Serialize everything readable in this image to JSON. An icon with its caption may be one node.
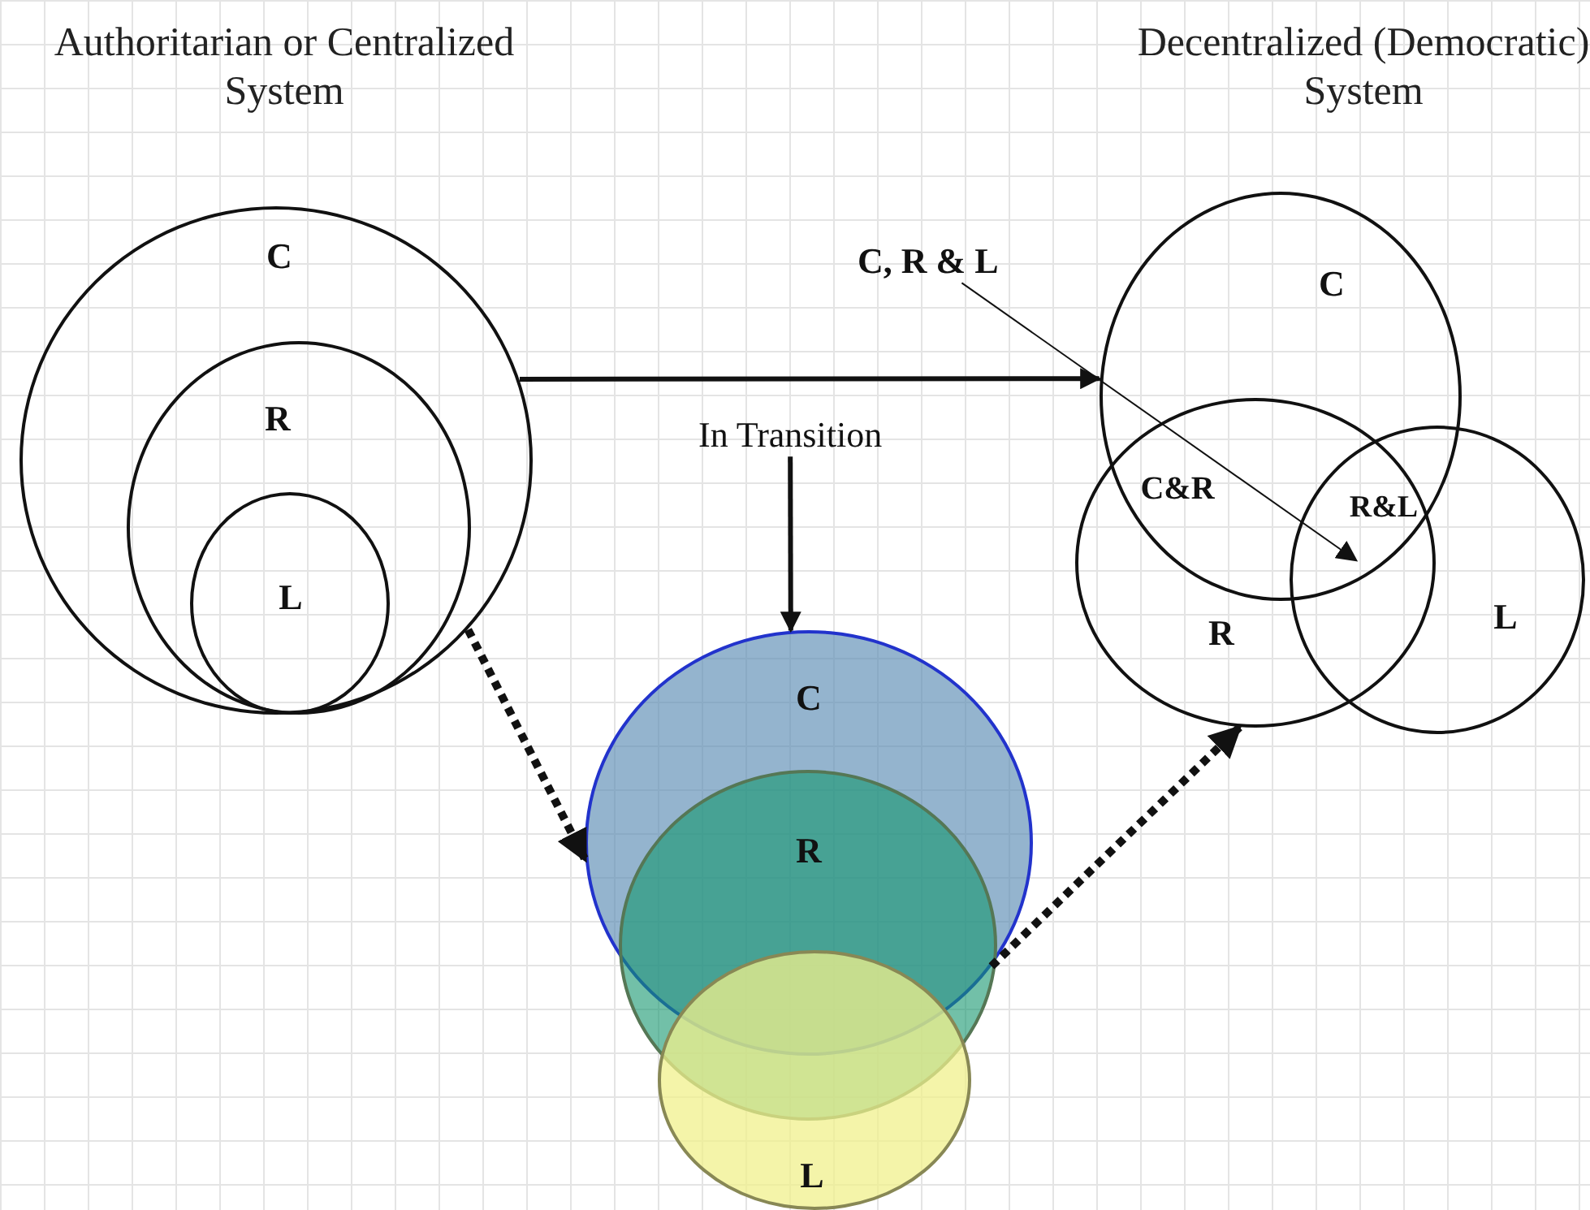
{
  "diagram": {
    "nodes": [
      {
        "text": [
          "C"
        ]
      },
      {
        "text": [
          "R"
        ],
        "in": 0
      },
      {
        "text": [
          "L"
        ],
        "in": 1
      },
      {
        "text": [
          "In Transition"
        ]
      },
      {
        "text": [
          "C"
        ]
      },
      {
        "text": [
          "R"
        ]
      },
      {
        "text": [
          "L"
        ]
      },
      {
        "text": [
          "C, R & L"
        ]
      },
      {
        "text": [
          "C"
        ]
      },
      {
        "text": [
          "R"
        ]
      },
      {
        "text": [
          "L"
        ]
      }
    ],
    "edges": [
      {
        "from": 0,
        "to": 8,
        "arrow": "to"
      },
      {
        "from": 3,
        "to": 4,
        "arrow": "to"
      },
      {
        "from": 0,
        "to": 4,
        "arrow": "to",
        "style": "dashed"
      },
      {
        "from": 4,
        "to": 9,
        "arrow": "to",
        "style": "dashed"
      },
      {
        "from": 7,
        "to": 10,
        "arrow": "to"
      }
    ],
    "labels": [
      "Authoritarian or Centralized System",
      "Decentralized (Democratic) System",
      "C&R",
      "R&L"
    ]
  }
}
